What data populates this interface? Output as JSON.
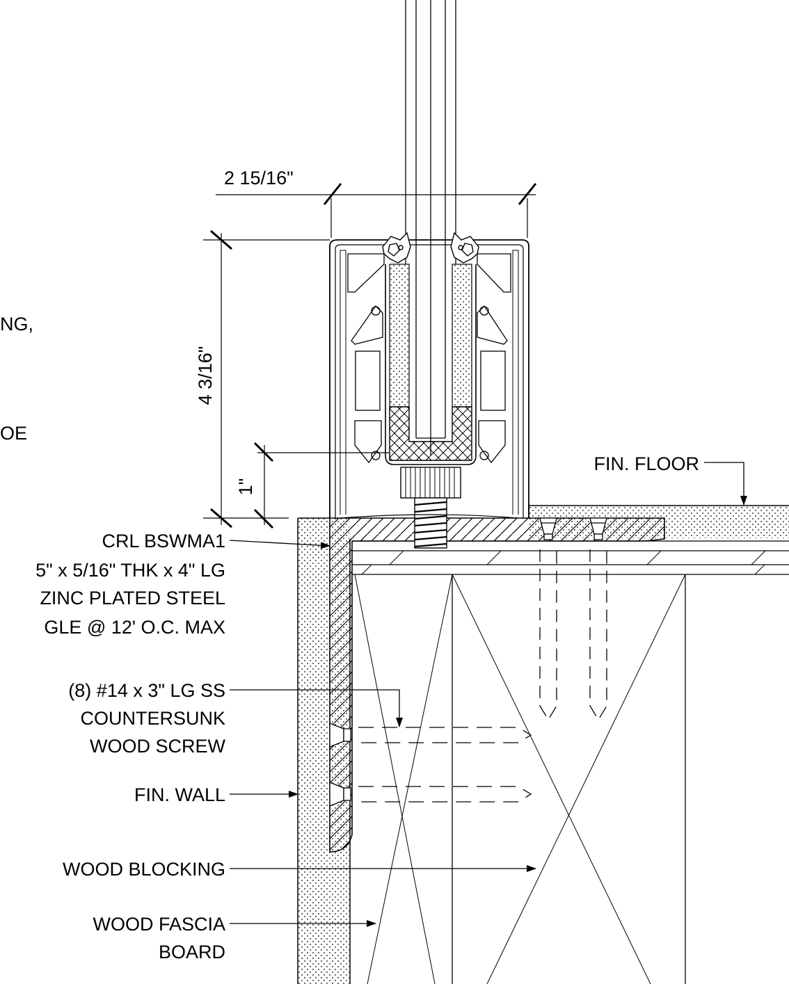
{
  "colors": {
    "line": "#000000",
    "background": "#ffffff"
  },
  "dimensions": {
    "width": "2 15/16\"",
    "height": "4 3/16\"",
    "embed": "1\""
  },
  "labels": {
    "partial_1": "NG,",
    "partial_2": "OE",
    "fin_floor": "FIN. FLOOR",
    "crl": "CRL BSWMA1",
    "angle_1": "5\" x 5/16\" THK x 4\" LG",
    "angle_2": "ZINC PLATED STEEL",
    "angle_3": "GLE @ 12' O.C. MAX",
    "screw_1": "(8) #14 x 3\" LG SS",
    "screw_2": "COUNTERSUNK",
    "screw_3": "WOOD SCREW",
    "fin_wall": "FIN. WALL",
    "blocking": "WOOD BLOCKING",
    "fascia_1": "WOOD FASCIA",
    "fascia_2": "BOARD"
  }
}
